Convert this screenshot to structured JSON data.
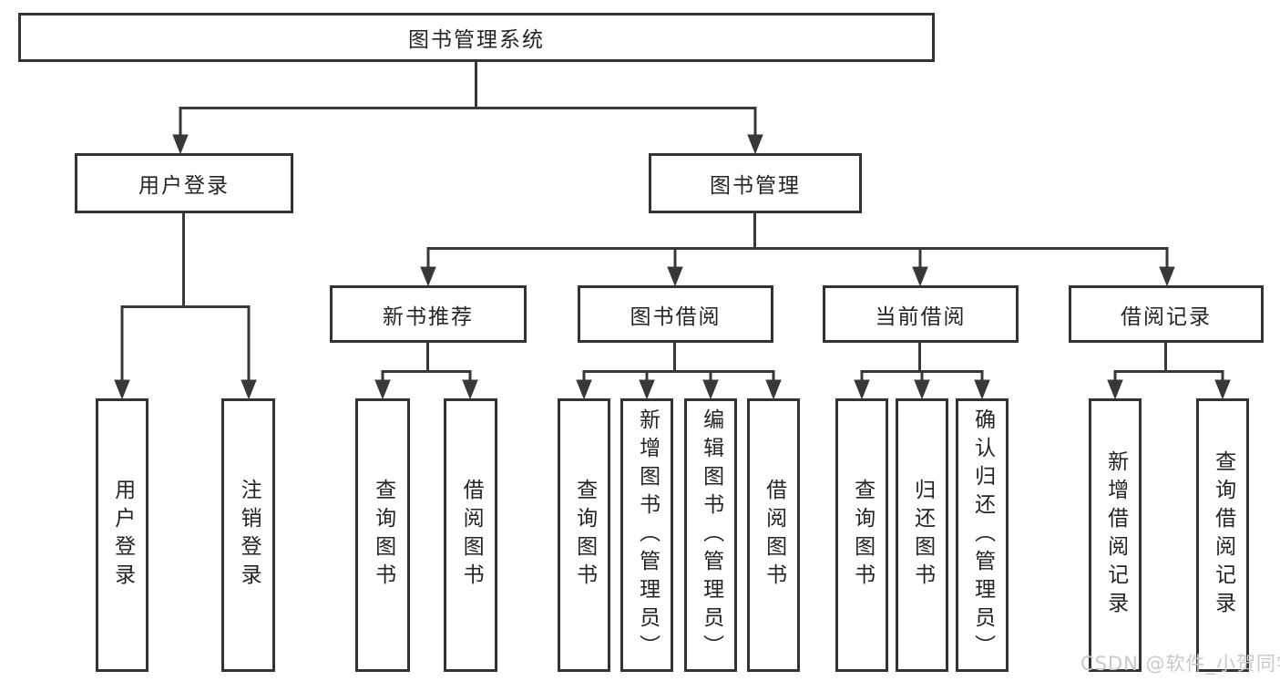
{
  "diagram_type": "org-tree",
  "tree": {
    "label": "图书管理系统",
    "children": [
      {
        "label": "用户登录",
        "children": [
          {
            "label": "用户登录"
          },
          {
            "label": "注销登录"
          }
        ]
      },
      {
        "label": "图书管理",
        "children": [
          {
            "label": "新书推荐",
            "children": [
              {
                "label": "查询图书"
              },
              {
                "label": "借阅图书"
              }
            ]
          },
          {
            "label": "图书借阅",
            "children": [
              {
                "label": "查询图书"
              },
              {
                "label": "新增图书（管理员）"
              },
              {
                "label": "编辑图书（管理员）"
              },
              {
                "label": "借阅图书"
              }
            ]
          },
          {
            "label": "当前借阅",
            "children": [
              {
                "label": "查询图书"
              },
              {
                "label": "归还图书"
              },
              {
                "label": "确认归还（管理员）"
              }
            ]
          },
          {
            "label": "借阅记录",
            "children": [
              {
                "label": "新增借阅记录"
              },
              {
                "label": "查询借阅记录"
              }
            ]
          }
        ]
      }
    ]
  },
  "watermark": {
    "text": "CSDN @软件_小贺同学"
  },
  "colors": {
    "line": "#383838",
    "box_border": "#333333",
    "box_fill": "#ffffff",
    "text": "#242424",
    "watermark": "#c9c9c9",
    "background": "#ffffff"
  }
}
